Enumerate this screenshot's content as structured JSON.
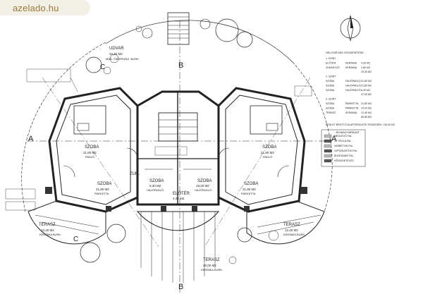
{
  "watermark": "azelado.hu",
  "rooms": {
    "udvar": {
      "name": "UDVAR",
      "area": "42,20 M2",
      "floor": "MAG. FAKERÜNG. BURK."
    },
    "szoba_nw": {
      "name": "SZOBA",
      "area": "21,80 M2",
      "floor": "PADLÓ"
    },
    "szoba_ne": {
      "name": "SZOBA",
      "area": "21,80 M2",
      "floor": "PADLÓ"
    },
    "szoba_w": {
      "name": "SZOBA",
      "area": "21,80 M2",
      "floor": "PARKETTA"
    },
    "szoba_e": {
      "name": "SZOBA",
      "area": "21,80 M2",
      "floor": "PARKETTA"
    },
    "szoba_cl": {
      "name": "SZOBA",
      "area": "6,30 M2",
      "floor": "HAJÓPADLÓ"
    },
    "szoba_cr": {
      "name": "SZOBA",
      "area": "19,20 M2",
      "floor": "HAJÓPADLÓ"
    },
    "zuhany": {
      "name": "ZUH."
    },
    "eloter": {
      "name": "ELŐTÉR",
      "area": "4,30 M2"
    },
    "terasz_w": {
      "name": "TERASZ",
      "area": "12,40 M2",
      "floor": "KERÁMIA BURK."
    },
    "terasz_e": {
      "name": "TERASZ",
      "area": "12,40 M2",
      "floor": "KERÁMIA BURK."
    },
    "terasz_s": {
      "name": "TERASZ",
      "area": "20,00 M2",
      "floor": "KERÁMIA BURK."
    }
  },
  "section_marks": [
    "A",
    "A",
    "B",
    "B",
    "C",
    "C"
  ],
  "area_table": {
    "title": "HELYISÉGEK ÖSSZESÍTÉSE",
    "rows": [
      [
        "1. SZINT",
        "",
        ""
      ],
      [
        "ELŐTÉR",
        "KERÁMIA",
        "4,30 M2"
      ],
      [
        "ZUHANYZÓ",
        "KERÁMIA",
        "2,80 M2"
      ],
      [
        "",
        "",
        "23,40 M2"
      ],
      [
        "2. SZINT",
        "",
        ""
      ],
      [
        "SZOBA",
        "HAJÓPADLÓ",
        "21,80 M2"
      ],
      [
        "SZOBA",
        "HAJÓPADLÓ",
        "21,80 M2"
      ],
      [
        "SZOBA",
        "HAJÓPADLÓ",
        "6,30 M2"
      ],
      [
        "",
        "",
        "47,00 M2"
      ],
      [
        "3. SZINT",
        "",
        ""
      ],
      [
        "SZOBA",
        "PARKETTA",
        "21,80 M2"
      ],
      [
        "SZOBA",
        "PARKETTA",
        "19,20 M2"
      ],
      [
        "TERASZ",
        "KERÁMIA",
        "12,40 M2"
      ],
      [
        "",
        "",
        "60,80 M2"
      ]
    ],
    "footer": "ÉPÜLET BRUTTÓ ALAPTERÜLETE ÖSSZESEN: 135,00 M2"
  },
  "legend": {
    "title": "JELMAGYARÁZAT",
    "items": [
      "MEGLÉVŐ FAL",
      "ÚJ TÉGLA FAL",
      "VASBETON FAL",
      "GIPSZKARTON FAL",
      "BONTANDÓ FAL",
      "HŐSZIGETELÉS"
    ]
  }
}
